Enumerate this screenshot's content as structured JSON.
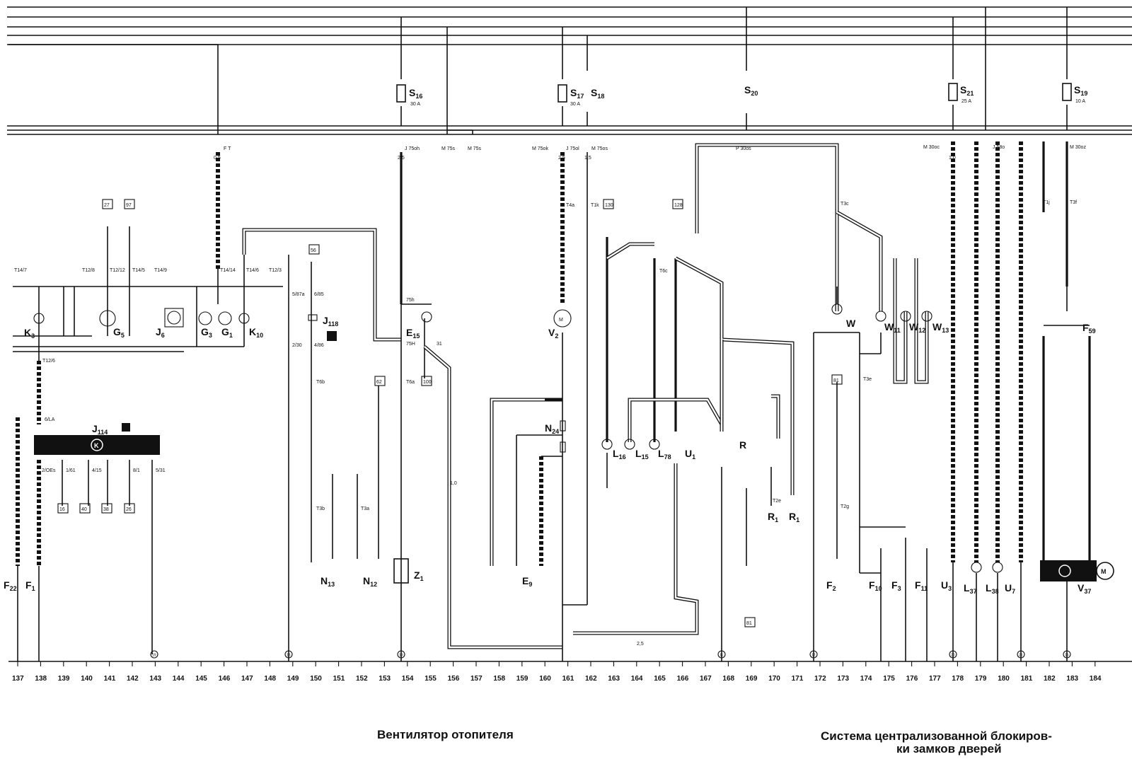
{
  "captions": {
    "heater_fan": "Вентилятор отопителя",
    "central_locking_line1": "Система централизованной блокиров-",
    "central_locking_line2": "ки замков дверей"
  },
  "column_numbers": [
    "137",
    "138",
    "139",
    "140",
    "141",
    "142",
    "143",
    "144",
    "145",
    "146",
    "147",
    "148",
    "149",
    "150",
    "151",
    "152",
    "153",
    "154",
    "155",
    "156",
    "157",
    "158",
    "159",
    "160",
    "161",
    "162",
    "163",
    "164",
    "165",
    "166",
    "167",
    "168",
    "169",
    "170",
    "171",
    "172",
    "173",
    "174",
    "175",
    "176",
    "177",
    "178",
    "179",
    "180",
    "181",
    "182",
    "183",
    "184"
  ],
  "fuses": [
    {
      "id": "S16",
      "main": "S",
      "sub": "16",
      "rating": "30 A"
    },
    {
      "id": "S17",
      "main": "S",
      "sub": "17",
      "rating": "30 A"
    },
    {
      "id": "S18",
      "main": "S",
      "sub": "18",
      "rating": ""
    },
    {
      "id": "S20",
      "main": "S",
      "sub": "20",
      "rating": ""
    },
    {
      "id": "S21",
      "main": "S",
      "sub": "21",
      "rating": "25 A"
    },
    {
      "id": "S19",
      "main": "S",
      "sub": "19",
      "rating": "10 A"
    }
  ],
  "bus_labels": [
    "F T",
    "J 75oh",
    "M 75s",
    "M 75s",
    "M 75ok",
    "J 75ol",
    "M 75os",
    "P 30os",
    "M 30oc",
    "J 58o",
    "M 30oz"
  ],
  "components": [
    {
      "main": "K",
      "sub": "3"
    },
    {
      "main": "G",
      "sub": "5"
    },
    {
      "main": "J",
      "sub": "6"
    },
    {
      "main": "G",
      "sub": "3"
    },
    {
      "main": "G",
      "sub": "1"
    },
    {
      "main": "K",
      "sub": "10"
    },
    {
      "main": "J",
      "sub": "118"
    },
    {
      "main": "J",
      "sub": "114"
    },
    {
      "main": "E",
      "sub": "15"
    },
    {
      "main": "V",
      "sub": "2"
    },
    {
      "main": "N",
      "sub": "24"
    },
    {
      "main": "L",
      "sub": "16"
    },
    {
      "main": "L",
      "sub": "15"
    },
    {
      "main": "L",
      "sub": "78"
    },
    {
      "main": "U",
      "sub": "1"
    },
    {
      "main": "R",
      "sub": ""
    },
    {
      "main": "R",
      "sub": "1"
    },
    {
      "main": "R",
      "sub": "1"
    },
    {
      "main": "W",
      "sub": ""
    },
    {
      "main": "W",
      "sub": "11"
    },
    {
      "main": "W",
      "sub": "12"
    },
    {
      "main": "W",
      "sub": "13"
    },
    {
      "main": "F",
      "sub": "59"
    },
    {
      "main": "F",
      "sub": "22"
    },
    {
      "main": "F",
      "sub": "1"
    },
    {
      "main": "N",
      "sub": "13"
    },
    {
      "main": "N",
      "sub": "12"
    },
    {
      "main": "Z",
      "sub": "1"
    },
    {
      "main": "E",
      "sub": "9"
    },
    {
      "main": "F",
      "sub": "2"
    },
    {
      "main": "F",
      "sub": "10"
    },
    {
      "main": "F",
      "sub": "3"
    },
    {
      "main": "F",
      "sub": "11"
    },
    {
      "main": "U",
      "sub": "3"
    },
    {
      "main": "L",
      "sub": "37"
    },
    {
      "main": "L",
      "sub": "38"
    },
    {
      "main": "U",
      "sub": "7"
    },
    {
      "main": "V",
      "sub": "37"
    }
  ],
  "connector_labels": [
    "T14/7",
    "T12/8",
    "T12/12",
    "T14/5",
    "T14/9",
    "T14/14",
    "T14/6",
    "T12/3",
    "T12/6",
    "T4a",
    "T1k",
    "T6c",
    "T3c",
    "T1j",
    "T3f",
    "T6b",
    "T6a",
    "T3b",
    "T3a",
    "T2e",
    "T2g",
    "T3e"
  ],
  "terminal_boxes": [
    "27",
    "97",
    "56",
    "130",
    "128",
    "62",
    "100",
    "81",
    "16",
    "40",
    "38",
    "26",
    "81"
  ],
  "ground_markers": [
    "19",
    "18",
    "19",
    "11",
    "12",
    "20",
    "21",
    "16"
  ],
  "pin_labels": [
    "6/LA",
    "2/OEs",
    "1/61",
    "4/15",
    "8/1",
    "5/31",
    "5/87a",
    "6/85",
    "2/30",
    "4/86",
    "75h",
    "75H",
    "31"
  ],
  "wire_sizes": [
    "0,5",
    "1,0",
    "1,5",
    "2,5"
  ]
}
